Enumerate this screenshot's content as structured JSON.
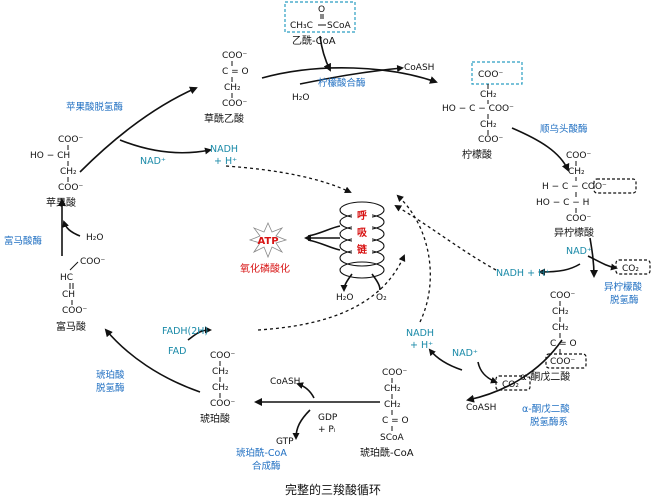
{
  "caption": "完整的三羧酸循环",
  "molecules": {
    "acetyl_coa": {
      "formula_left": "CH₃C",
      "formula_right": "SCoA",
      "o": "O",
      "name": "乙酰-CoA"
    },
    "oxaloacetate": {
      "l1": "COO⁻",
      "l2": "C = O",
      "l3": "CH₂",
      "l4": "COO⁻",
      "name": "草酰乙酸"
    },
    "citrate": {
      "l1": "COO⁻",
      "l2": "CH₂",
      "l3": "HO − C − COO⁻",
      "l4": "CH₂",
      "l5": "COO⁻",
      "name": "柠檬酸"
    },
    "isocitrate": {
      "l1": "COO⁻",
      "l2": "CH₂",
      "l3": "H − C − COO⁻",
      "l4": "HO − C − H",
      "l5": "COO⁻",
      "name": "异柠檬酸"
    },
    "akg": {
      "l1": "COO⁻",
      "l2": "CH₂",
      "l3": "CH₂",
      "l4": "C = O",
      "l5": "COO⁻",
      "name": "α-酮戊二酸"
    },
    "succinyl_coa": {
      "l1": "COO⁻",
      "l2": "CH₂",
      "l3": "CH₂",
      "l4": "C = O",
      "l5": "SCoA",
      "name": "琥珀酰-CoA"
    },
    "succinate": {
      "l1": "COO⁻",
      "l2": "CH₂",
      "l3": "CH₂",
      "l4": "COO⁻",
      "name": "琥珀酸"
    },
    "fumarate": {
      "l1": "COO⁻",
      "l2": "HC",
      "l3": "CH",
      "l4": "COO⁻",
      "name": "富马酸"
    },
    "malate": {
      "l1": "COO⁻",
      "l2": "HO − CH",
      "l3": "CH₂",
      "l4": "COO⁻",
      "name": "苹果酸"
    }
  },
  "enzymes": {
    "citrate_synthase": "柠檬酸合酶",
    "aconitase": "顺乌头酸酶",
    "idh1": "异柠檬酸",
    "idh2": "脱氢酶",
    "akgdh1": "α-酮戊二酸",
    "akgdh2": "脱氢酶系",
    "scs1": "琥珀酰-CoA",
    "scs2": "合成酶",
    "sdh1": "琥珀酸",
    "sdh2": "脱氢酶",
    "fumarase": "富马酸酶",
    "mdh": "苹果酸脱氢酶"
  },
  "cofactors": {
    "coash_top": "CoASH",
    "h2o_top": "H₂O",
    "nad_1": "NAD⁺",
    "nadh_1a": "NADH",
    "nadh_1b": "+ H⁺",
    "co2_1": "CO₂",
    "nad_2": "NAD⁺",
    "nadh_2": "NADH + H⁺",
    "co2_2": "CO₂",
    "nad_3": "NAD⁺",
    "coash_akg": "CoASH",
    "nadh_3a": "NADH",
    "nadh_3b": "+ H⁺",
    "coash_bottom": "CoASH",
    "gdp": "GDP",
    "pi": "+ Pᵢ",
    "gtp": "GTP",
    "fad": "FAD",
    "fadh": "FADH(2H)",
    "h2o_left": "H₂O"
  },
  "respiratory_chain": {
    "c1": "呼",
    "c2": "吸",
    "c3": "链",
    "atp": "ATP",
    "h2o": "H₂O",
    "o2": "O₂",
    "label": "氧化磷酸化"
  }
}
